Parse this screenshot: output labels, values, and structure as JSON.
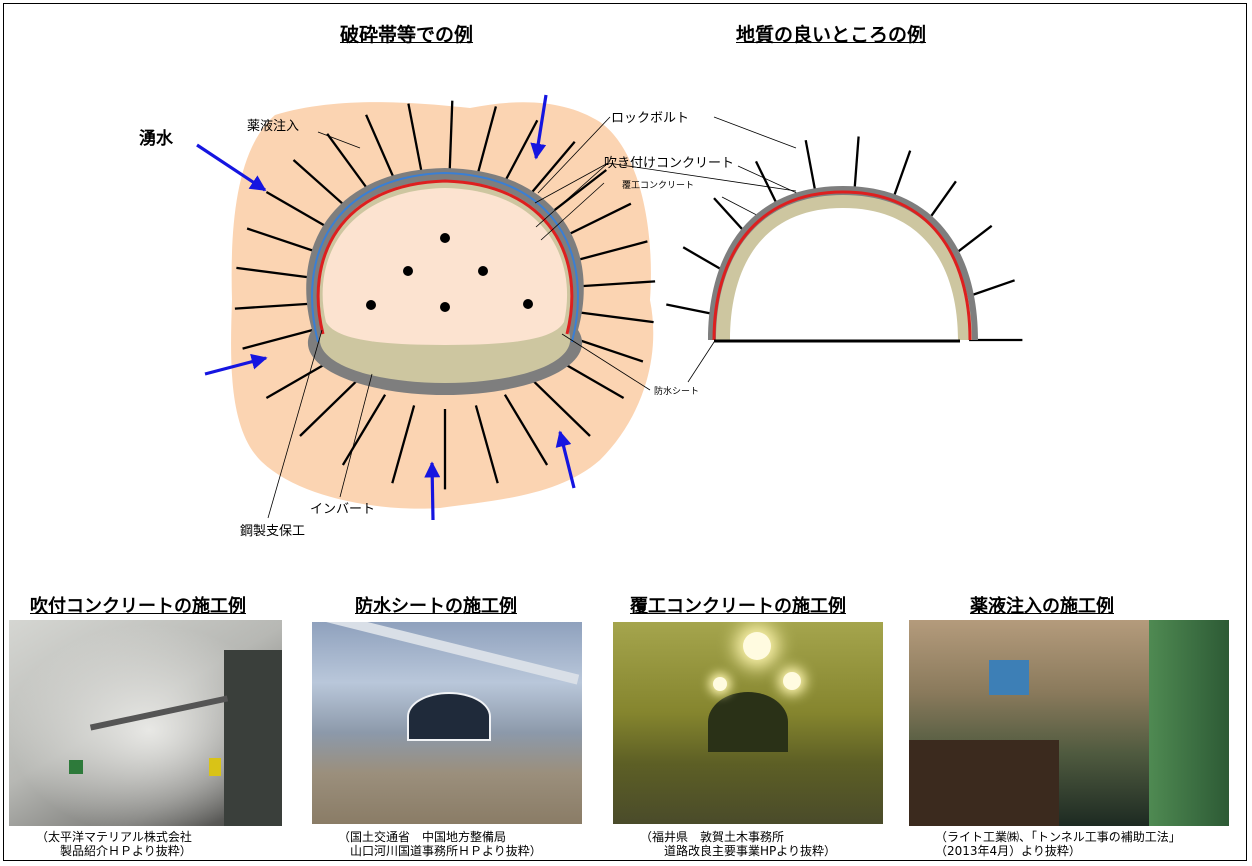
{
  "headings": {
    "fractured": "破砕帯等での例",
    "good": "地質の良いところの例"
  },
  "labels": {
    "yusui": "湧水",
    "yakueki": "薬液注入",
    "rockbolt": "ロックボルト",
    "fukitsuke": "吹き付けコンクリート",
    "fukukou": "覆工コンクリート",
    "bousui": "防水シート",
    "invert": "インバート",
    "kousei": "鋼製支保工"
  },
  "photos": [
    {
      "title": "吹付コンクリートの施工例",
      "caption": "（太平洋マテリアル株式会社\n　　製品紹介ＨＰより抜粋）"
    },
    {
      "title": "防水シートの施工例",
      "caption": "（国土交通省　中国地方整備局\n　山口河川国道事務所ＨＰより抜粋）"
    },
    {
      "title": "覆工コンクリートの施工例",
      "caption": "（福井県　敦賀土木事務所\n　　道路改良主要事業HPより抜粋）"
    },
    {
      "title": "薬液注入の施工例",
      "caption": "（ライト工業㈱、「トンネル工事の補助工法」\n（2013年4月）より抜粋）"
    }
  ],
  "colors": {
    "ground": "#fbd4b2",
    "lining": "#7e7e7e",
    "concrete": "#cdc6a0",
    "steel": "#dd1f1f",
    "water": "#3a7fd4",
    "arrow": "#1515e0"
  }
}
